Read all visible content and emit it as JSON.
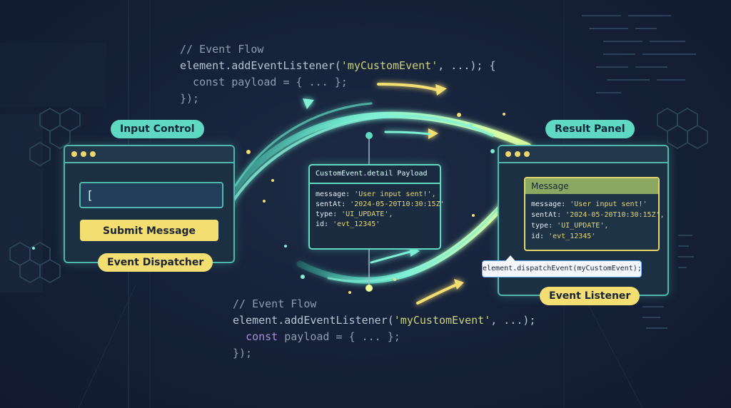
{
  "code_top": {
    "line1": "// Event Flow",
    "line2_fn": "element.addEventListener(",
    "line2_str": "'myCustomEvent'",
    "line2_end": ", ...); {",
    "line3": "  const payload = { ... };",
    "line4": "});"
  },
  "code_bottom": {
    "line1": "// Event Flow",
    "line2_fn": "element.addEventListener(",
    "line2_str": "'myCustomEvent'",
    "line2_end": ", ...);",
    "line3_kw": "const",
    "line3_rest": " payload = { ... };",
    "line4": "});"
  },
  "input_control": {
    "label": "Input Control",
    "input_value": "[",
    "submit_label": "Submit Message",
    "dispatcher_label": "Event Dispatcher"
  },
  "payload": {
    "title": "CustomEvent.detail Payload",
    "fields": [
      {
        "k": "message: ",
        "v": "'User input sent!',"
      },
      {
        "k": "sentAt: ",
        "v": "'2024-05-20T10:30:15Z'"
      },
      {
        "k": "type: ",
        "v": "'UI_UPDATE',"
      },
      {
        "k": "id: ",
        "v": "'evt_12345'"
      }
    ]
  },
  "result_panel": {
    "label": "Result Panel",
    "card_title": "Message",
    "fields": [
      {
        "k": "message: ",
        "v": "'User input sent!'"
      },
      {
        "k": "sentAt: ",
        "v": "'2024-05-20T10:30:15Z',"
      },
      {
        "k": "type: ",
        "v": "'UI_UPDATE',"
      },
      {
        "k": "id: ",
        "v": "'evt_12345'"
      }
    ],
    "dispatch_call": "element.dispatchEvent(myCustomEvent);",
    "listener_label": "Event Listener"
  },
  "colors": {
    "accent_teal": "#5fd9c2",
    "accent_yellow": "#f3de72",
    "background": "#16223a"
  }
}
